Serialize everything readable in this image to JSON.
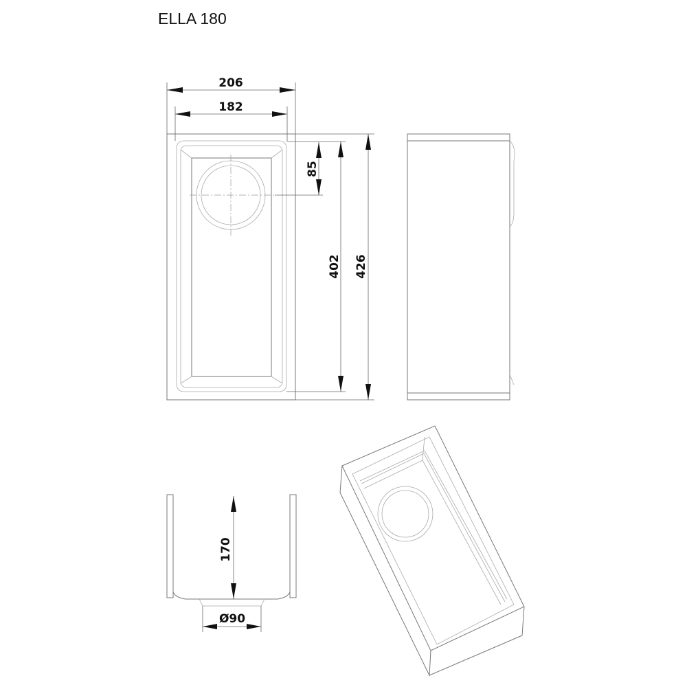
{
  "title": "ELLA 180",
  "dimensions": {
    "overall_width": "206",
    "inner_width": "182",
    "drain_offset": "85",
    "inner_length": "402",
    "overall_length": "426",
    "depth": "170",
    "drain_diameter": "Ø90"
  }
}
